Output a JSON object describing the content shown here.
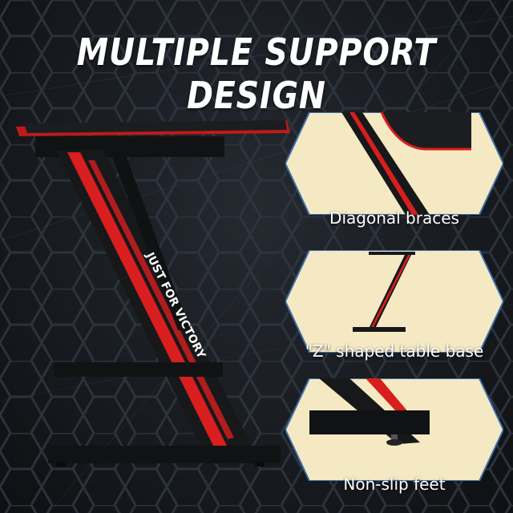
{
  "headline": "MULTIPLE SUPPORT DESIGN",
  "desk_print": "JUST FOR VICTORY",
  "features": [
    {
      "caption": "Diagonal braces",
      "icon": "diagonal-brace-closeup"
    },
    {
      "caption": "\"Z\" shaped table base",
      "icon": "z-frame-sideview"
    },
    {
      "caption": "Non-slip feet",
      "icon": "adjustable-foot-closeup"
    }
  ],
  "colors": {
    "accent_red": "#d81e1e",
    "frame_black": "#17181a",
    "panel_cream": "#f5e9c3",
    "hex_outline": "#3a6ea8"
  }
}
